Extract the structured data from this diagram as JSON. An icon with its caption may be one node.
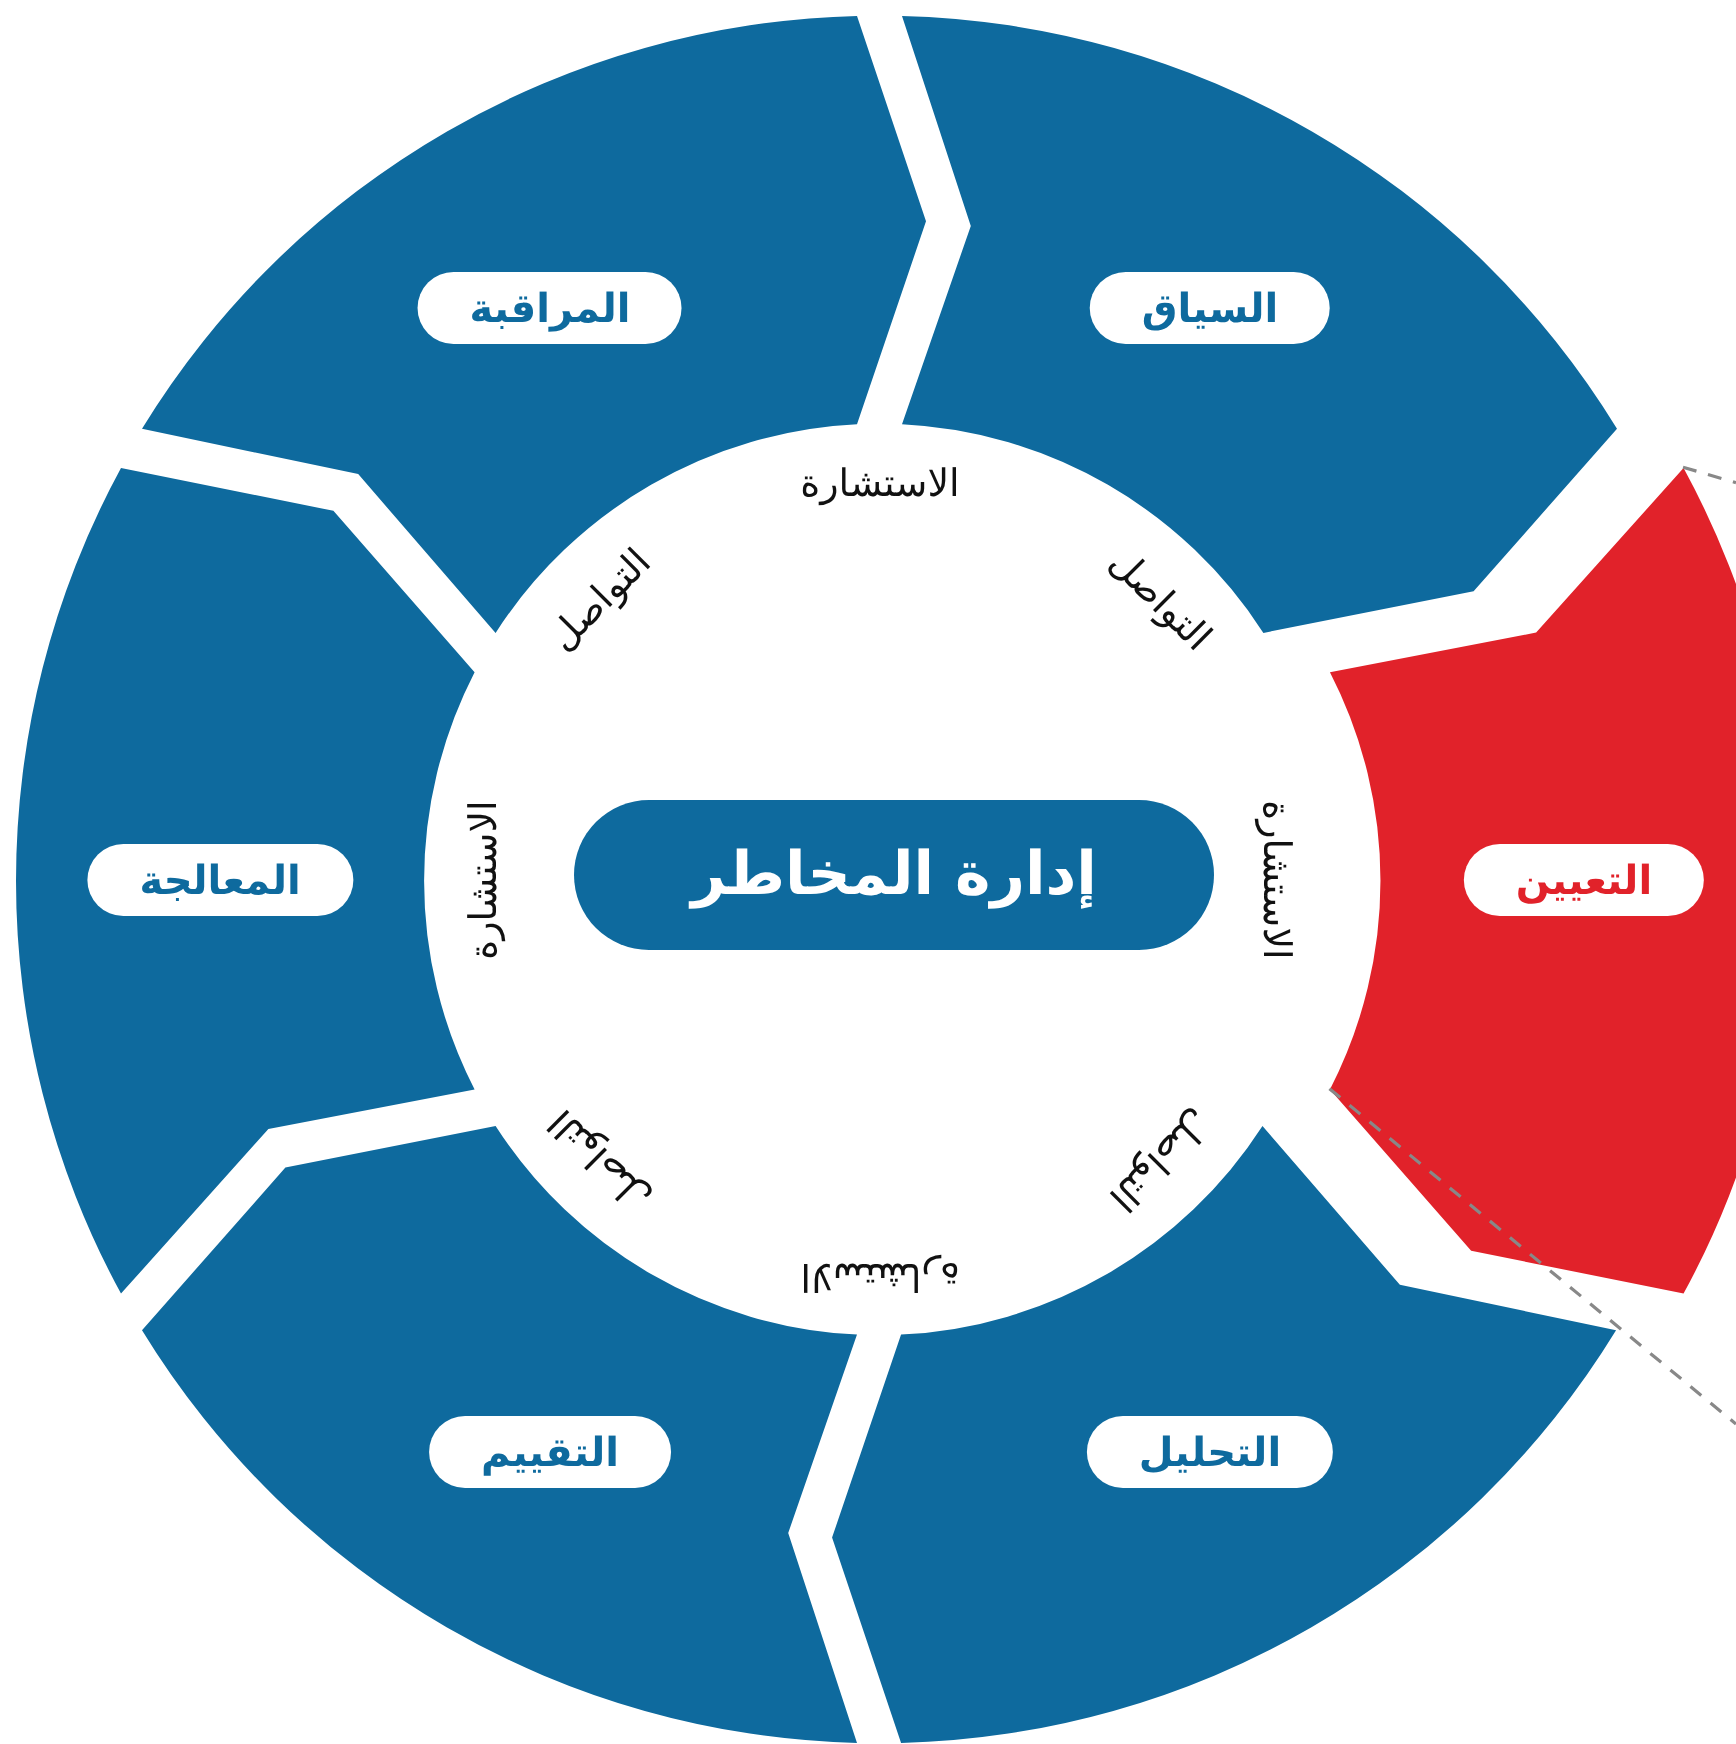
{
  "diagram": {
    "nodes": [
      {
        "text": [
          "إدارة المخاطر"
        ]
      },
      {
        "text": [
          "السياق"
        ]
      },
      {
        "text": [
          "التعيين"
        ]
      },
      {
        "text": [
          "التحليل"
        ]
      },
      {
        "text": [
          "التقييم"
        ]
      },
      {
        "text": [
          "المعالجة"
        ]
      },
      {
        "text": [
          "المراقبة"
        ]
      }
    ],
    "edges": [
      {
        "from": 2,
        "to": null,
        "arrow": "none",
        "style": "dashed",
        "color": "#888888"
      },
      {
        "from": 2,
        "to": null,
        "arrow": "none",
        "style": "dashed",
        "color": "#888888"
      }
    ],
    "labels": [
      "الاستشارة",
      "التواصل",
      "الاستشارة",
      "التواصل",
      "الاستشارة",
      "التواصل",
      "الاستشارة",
      "التواصل"
    ]
  }
}
